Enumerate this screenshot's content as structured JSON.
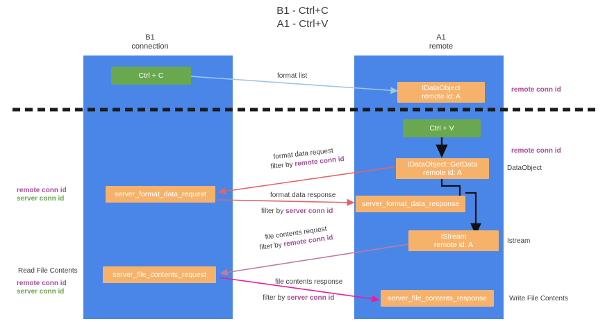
{
  "title": {
    "line1": "B1 - Ctrl+C",
    "line2": "A1 - Ctrl+V"
  },
  "columns": [
    {
      "name": "B1",
      "sub": "connection"
    },
    {
      "name": "A1",
      "sub": "remote"
    }
  ],
  "nodes": {
    "ctrl_c": {
      "line1": "Ctrl + C",
      "line2": ""
    },
    "ctrl_v": {
      "line1": "Ctrl + V",
      "line2": ""
    },
    "idataobject": {
      "line1": "IDataObject",
      "line2": "remote id: A"
    },
    "getdata": {
      "line1": "IDataObject::GetData",
      "line2": "remote id: A"
    },
    "istream": {
      "line1": "IStream",
      "line2": "remote id: A"
    },
    "server_format_data_request": {
      "line1": "server_format_data_request",
      "line2": ""
    },
    "server_format_data_response": {
      "line1": "server_format_data_response",
      "line2": ""
    },
    "server_file_contents_request": {
      "line1": "server_file_contents_request",
      "line2": ""
    },
    "server_file_contents_response": {
      "line1": "server_file_contents_response",
      "line2": ""
    }
  },
  "edges": {
    "format_list": "format list",
    "format_data_request": "format data request",
    "format_data_request_filter_prefix": "filter by ",
    "format_data_request_filter_key": "remote conn id",
    "format_data_response": "format data response",
    "format_data_response_filter_prefix": "filter by ",
    "format_data_response_filter_key": "server conn id",
    "file_contents_request": "file contents request",
    "file_contents_request_filter_prefix": "filter by ",
    "file_contents_request_filter_key": "remote conn id",
    "file_contents_response": "file contents response",
    "file_contents_response_filter_prefix": "filter by ",
    "file_contents_response_filter_key": "server conn id"
  },
  "annotations": {
    "right_top_remote_conn_id": "remote conn id",
    "right_mid_remote_conn_id": "remote conn id",
    "right_dataobject": "DataObject",
    "right_istream": "Istream",
    "right_write_file_contents": "Write File Contents",
    "left_remote_conn_id": "remote conn id",
    "left_server_conn_id": "server conn id",
    "left_read_file_contents": "Read File Contents",
    "left_bottom_remote_conn_id": "remote conn id",
    "left_bottom_server_conn_id": "server conn id"
  },
  "colors": {
    "lane": "#4a86e8",
    "node_green": "#6aa84f",
    "node_orange": "#f6b26b",
    "key_purple": "#a64d9a",
    "key_green": "#6aa84f",
    "arrow_blue": "#9fc5e8",
    "arrow_red": "#e06666",
    "arrow_magenta": "#c27ba0",
    "arrow_pink": "#e91e9b",
    "arrow_black": "#000000",
    "divider": "#1c1c1c"
  }
}
